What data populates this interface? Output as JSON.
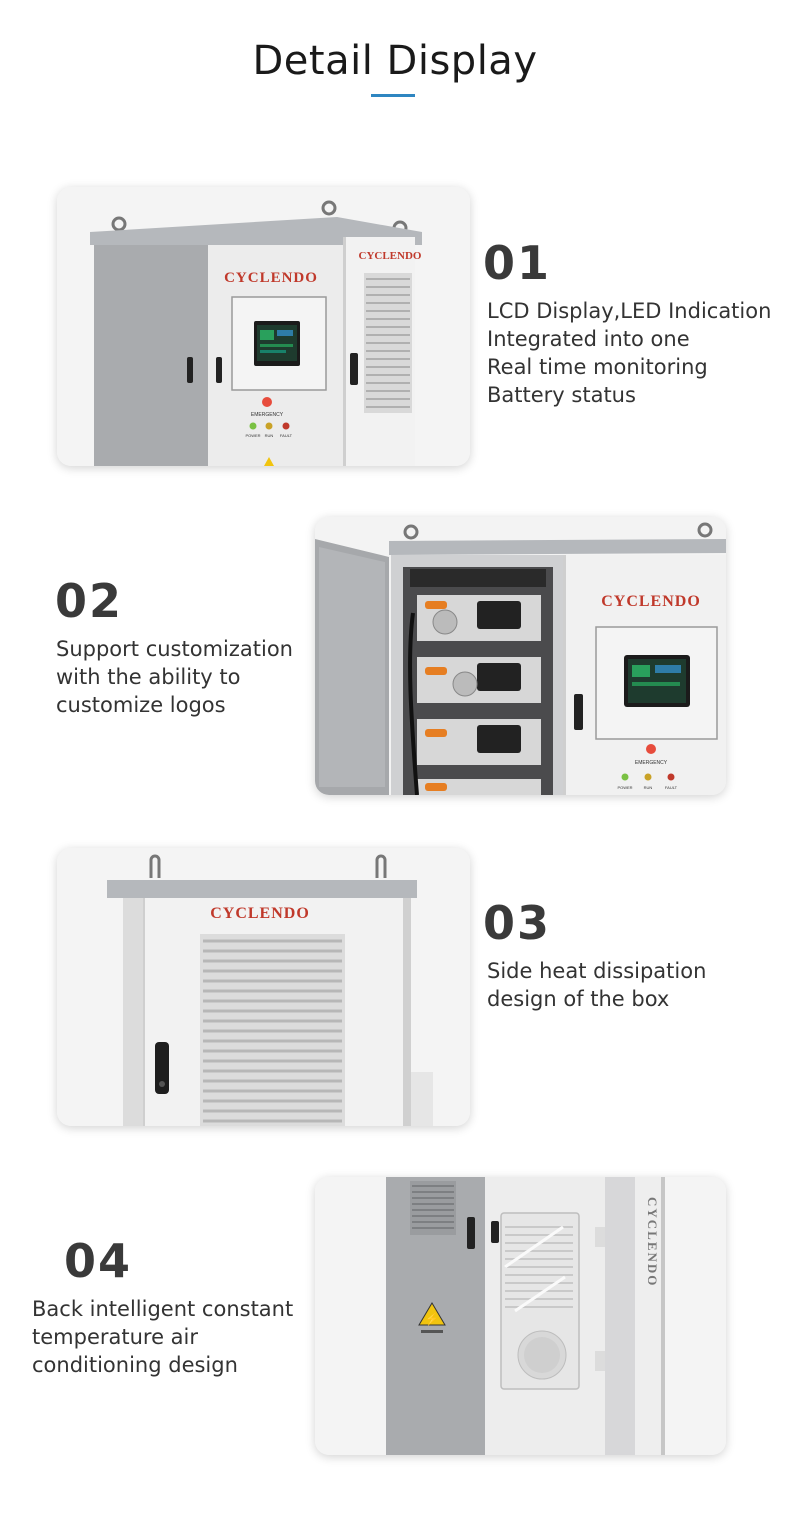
{
  "page": {
    "title": "Detail Display"
  },
  "brand": {
    "name": "CYCLENDO",
    "accent": "#c0392b",
    "underline": "#2e86c1"
  },
  "panel": {
    "emergency": "EMERGENCY",
    "power": "POWER",
    "run": "RUN",
    "fault": "FAULT"
  },
  "features": [
    {
      "number": "01",
      "lines": [
        "LCD Display,LED Indication",
        "Integrated into one",
        "Real time monitoring",
        "Battery status"
      ]
    },
    {
      "number": "02",
      "lines": [
        "Support customization",
        "with the ability to",
        "customize logos"
      ]
    },
    {
      "number": "03",
      "lines": [
        "Side heat dissipation",
        "design of the box"
      ]
    },
    {
      "number": "04",
      "lines": [
        "Back intelligent constant",
        "temperature air",
        "conditioning design"
      ]
    }
  ]
}
